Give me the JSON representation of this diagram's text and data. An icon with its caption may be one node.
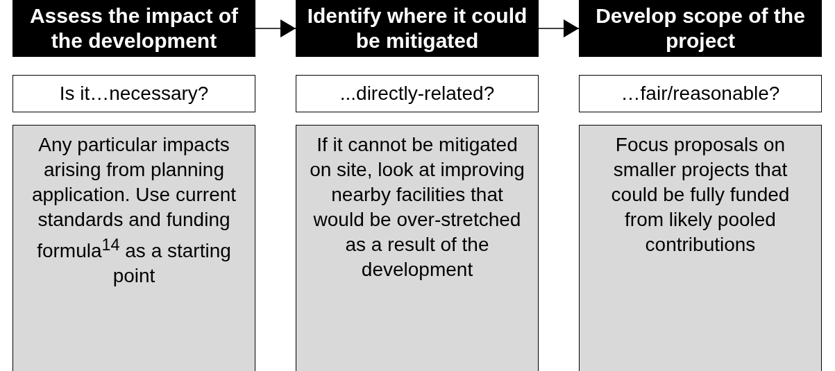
{
  "diagram": {
    "nodes": [
      {
        "text": [
          "Assess the impact of the development"
        ]
      },
      {
        "text": [
          "Identify where it could be mitigated"
        ]
      },
      {
        "text": [
          "Develop scope of the project"
        ]
      },
      {
        "text": [
          "Is it…necessary?"
        ]
      },
      {
        "text": [
          "...directly-related?"
        ]
      },
      {
        "text": [
          "…fair/reasonable?"
        ]
      },
      {
        "text": [
          "Any particular impacts arising from planning application. Use current standards and funding formula$^{14}$ as a starting point"
        ]
      },
      {
        "text": [
          "If it cannot be mitigated on site, look at improving nearby facilities that would be over-stretched as a result of the development"
        ]
      },
      {
        "text": [
          "Focus proposals on smaller projects that could be fully funded from likely pooled contributions"
        ]
      }
    ],
    "edges": [
      {
        "from": 0,
        "to": 1,
        "arrow": "to"
      },
      {
        "from": 1,
        "to": 2,
        "arrow": "to"
      }
    ]
  }
}
